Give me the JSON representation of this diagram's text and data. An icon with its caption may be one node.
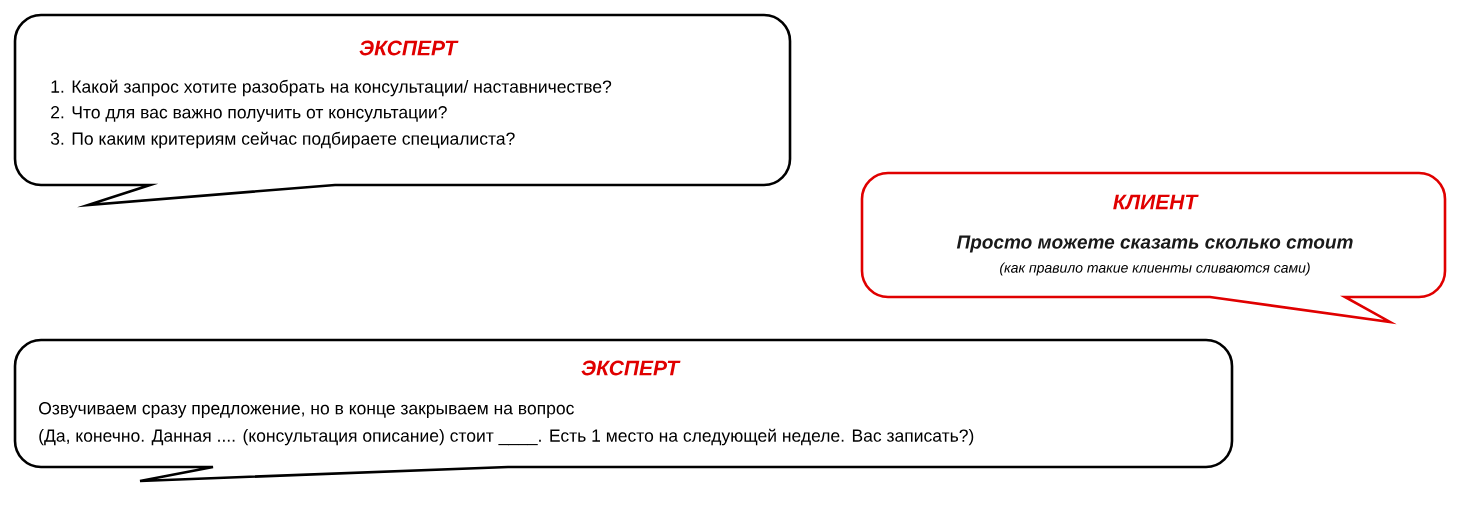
{
  "diagram": {
    "nodes": [
      {
        "text": [
          "ЭКСПЕРТ",
          "1. Какой запрос хотите разобрать на консультации/ наставничестве?",
          "2. Что для вас важно получить от консультации?",
          "3. По каким критериям сейчас подбираете специалиста?"
        ]
      },
      {
        "text": [
          "КЛИЕНТ",
          "Просто можете сказать сколько стоит",
          "(как правило такие клиенты сливаются сами)"
        ]
      },
      {
        "text": [
          "ЭКСПЕРТ",
          "Озвучиваем сразу предложение, но в конце закрываем на вопрос",
          "(Да, конечно. Данная .... (консультация описание) стоит ____. Есть 1 место на следующей неделе. Вас записать?)"
        ]
      }
    ]
  }
}
